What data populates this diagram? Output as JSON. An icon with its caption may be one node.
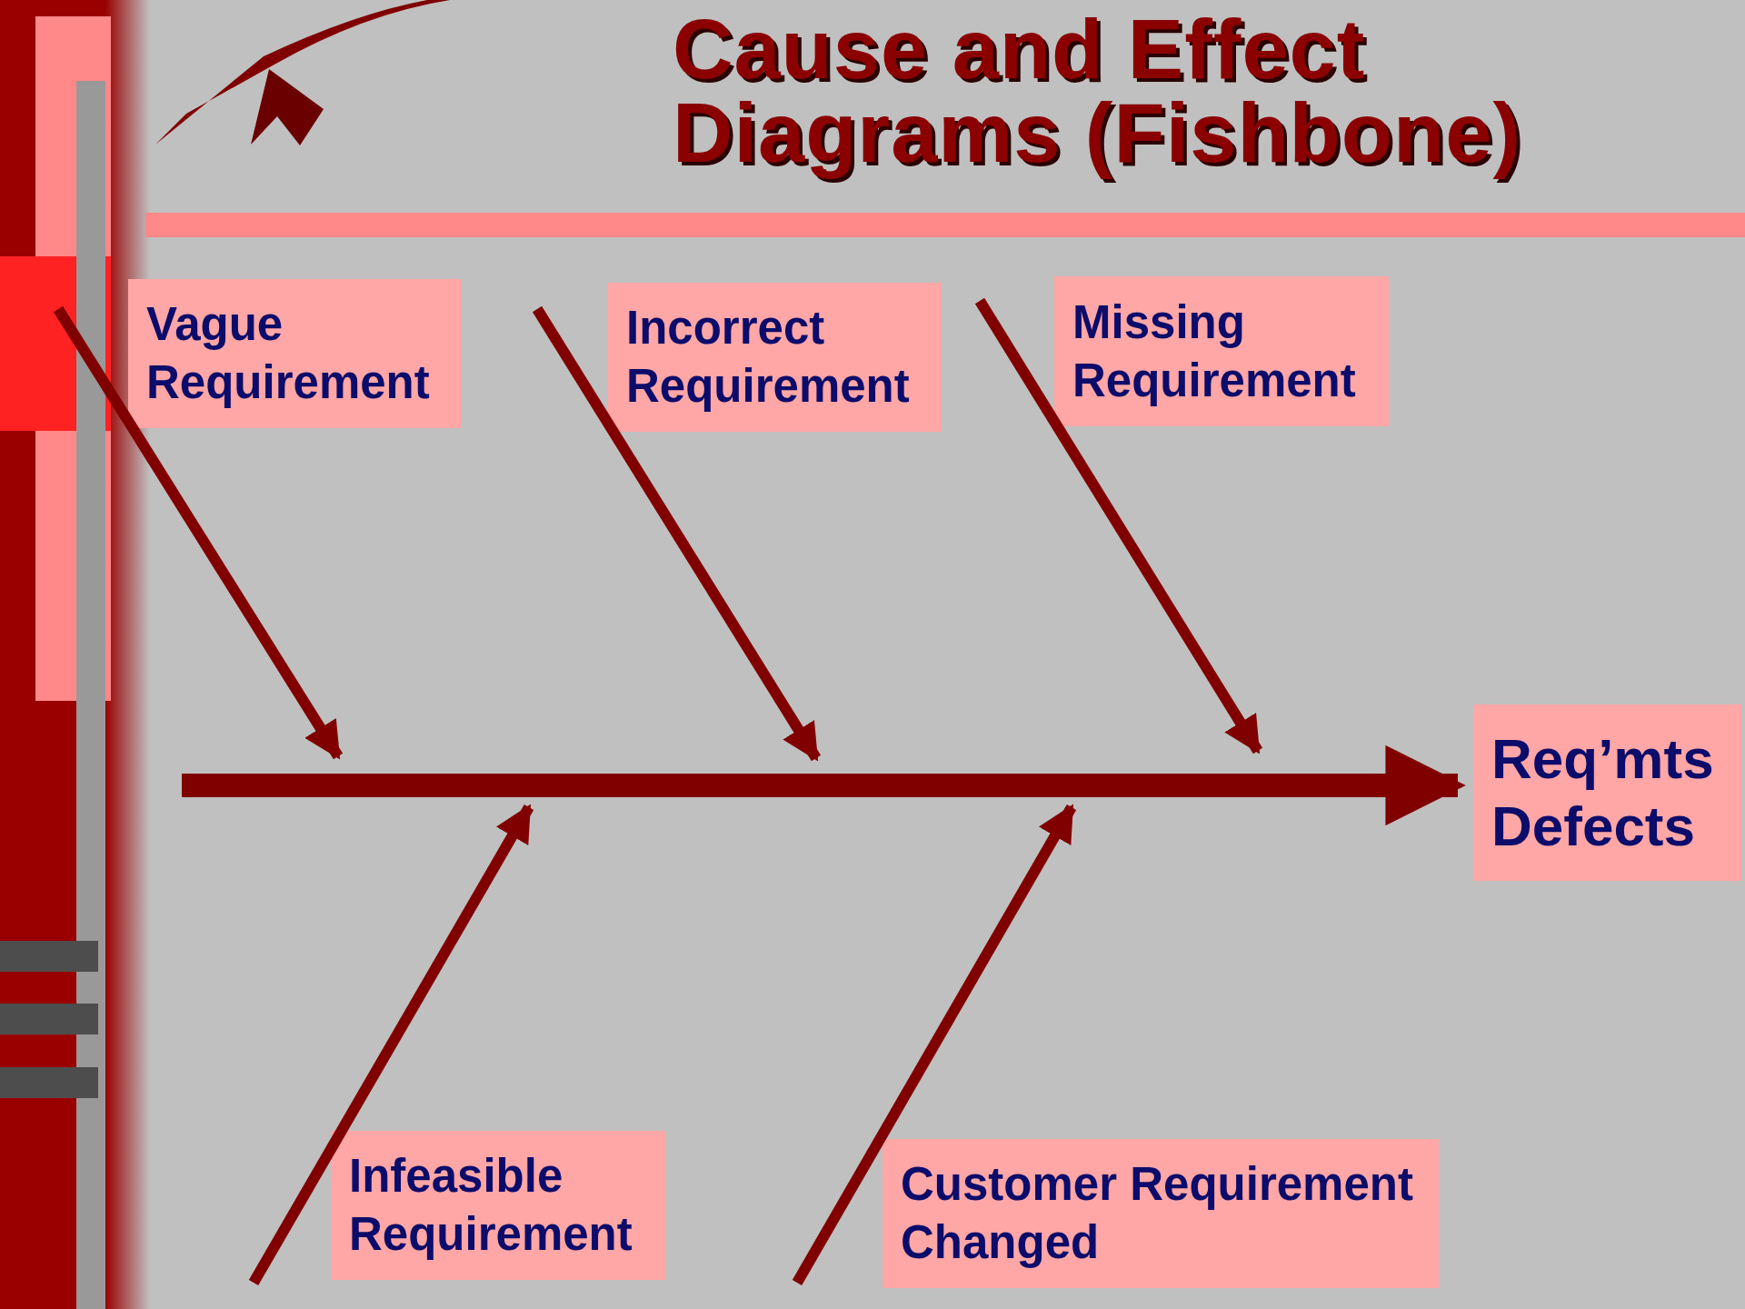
{
  "diagram": {
    "title": "Cause and Effect Diagrams (Fishbone)",
    "nodes": [
      {
        "text": [
          "Vague Requirement"
        ]
      },
      {
        "text": [
          "Incorrect Requirement"
        ]
      },
      {
        "text": [
          "Missing Requirement"
        ]
      },
      {
        "text": [
          "Infeasible Requirement"
        ]
      },
      {
        "text": [
          "Customer Requirement Changed"
        ]
      },
      {
        "text": [
          "Req’mts Defects"
        ]
      }
    ],
    "edges": [
      {
        "from": null,
        "to": 5,
        "arrow": "to",
        "style": "thick"
      },
      {
        "from": 0,
        "to": null,
        "arrow": "to"
      },
      {
        "from": 1,
        "to": null,
        "arrow": "to"
      },
      {
        "from": 2,
        "to": null,
        "arrow": "to"
      },
      {
        "from": 3,
        "to": null,
        "arrow": "to"
      },
      {
        "from": 4,
        "to": null,
        "arrow": "to"
      }
    ]
  }
}
